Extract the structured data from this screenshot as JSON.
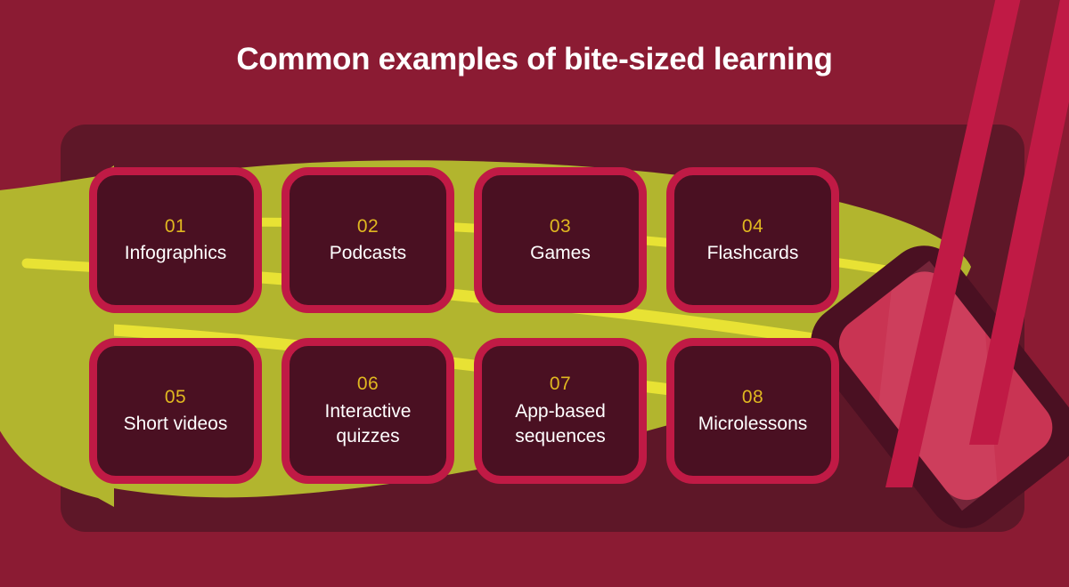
{
  "header": {
    "title": "Common examples of bite-sized learning"
  },
  "palette": {
    "background": "#8B1B33",
    "panel": "#5E1728",
    "pod_green": "#B2B52E",
    "pod_vein_yellow": "#E8E234",
    "card_fill": "#4A1022",
    "card_border": "#C01A45",
    "number_gold": "#E0B820",
    "label_white": "#FFFFFF",
    "accent_pink": "#C93453",
    "accent_pink_light": "#D8566F",
    "stripe_red": "#C01A45"
  },
  "cards": [
    {
      "number": "01",
      "label": "Infographics",
      "lines": 1
    },
    {
      "number": "02",
      "label": "Podcasts",
      "lines": 1
    },
    {
      "number": "03",
      "label": "Games",
      "lines": 1
    },
    {
      "number": "04",
      "label": "Flashcards",
      "lines": 1
    },
    {
      "number": "05",
      "label": "Short videos",
      "lines": 1
    },
    {
      "number": "06",
      "label": "Interactive\nquizzes",
      "lines": 2
    },
    {
      "number": "07",
      "label": "App-based\nsequences",
      "lines": 2
    },
    {
      "number": "08",
      "label": "Microlessons",
      "lines": 1
    }
  ],
  "decorations": {
    "pea_pod": "pea-pod-shape",
    "pod_veins": "pod-vein-lines",
    "rotated_card": "rotated-card-decoration",
    "diagonal_stripe_1": "diagonal-stripe",
    "diagonal_stripe_2": "diagonal-stripe"
  }
}
